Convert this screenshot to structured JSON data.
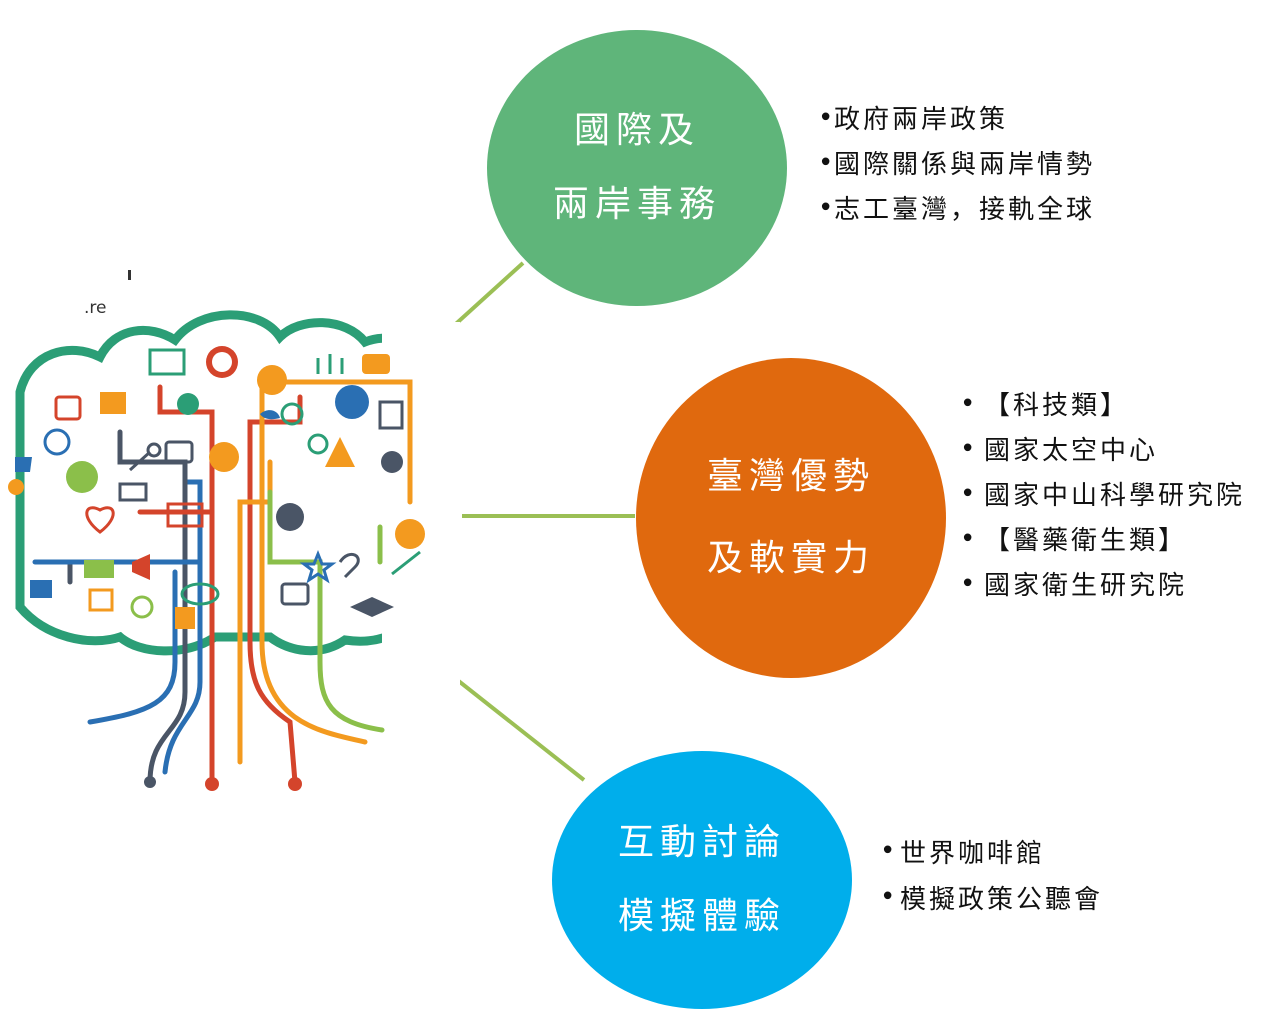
{
  "colors": {
    "circle1": "#5fb57a",
    "circle2": "#e0690e",
    "circle3": "#00aeeb",
    "connector": "#9bbf55",
    "tree_outline": "#2b9e76"
  },
  "tree": {
    "fragment_text": ".re",
    "icon_names": [
      "monitor-chart-icon",
      "clock-icon",
      "chat-icon",
      "people-icon",
      "cart-icon",
      "lock-icon",
      "gift-icon",
      "headset-icon",
      "twitter-bird-icon",
      "database-icon",
      "globe-icon",
      "document-icon",
      "thumbs-up-icon",
      "web-icon",
      "at-sign-icon",
      "key-icon",
      "camera-icon",
      "watch-icon",
      "zoom-icon",
      "flask-icon",
      "home-icon",
      "email-icon",
      "heart-icon",
      "presentation-icon",
      "lightbulb-icon",
      "cloud-icon",
      "music-icon",
      "truck-icon",
      "megaphone-icon",
      "eye-icon",
      "briefcase-icon",
      "graduation-cap-icon",
      "star-icon",
      "paperclip-icon",
      "pencil-icon",
      "user-icon",
      "network-icon",
      "box-icon",
      "checklist-icon"
    ]
  },
  "circles": [
    {
      "line1": "國際及",
      "line2": "兩岸事務"
    },
    {
      "line1": "臺灣優勢",
      "line2": "及軟實力"
    },
    {
      "line1": "互動討論",
      "line2": "模擬體驗"
    }
  ],
  "bullet_marker": "•",
  "bullets": {
    "group1": [
      "政府兩岸政策",
      "國際關係與兩岸情勢",
      "志工臺灣，接軌全球"
    ],
    "group2": [
      "【科技類】",
      "國家太空中心",
      "國家中山科學研究院",
      "【醫藥衛生類】",
      "國家衛生研究院"
    ],
    "group3": [
      "世界咖啡館",
      "模擬政策公聽會"
    ]
  }
}
